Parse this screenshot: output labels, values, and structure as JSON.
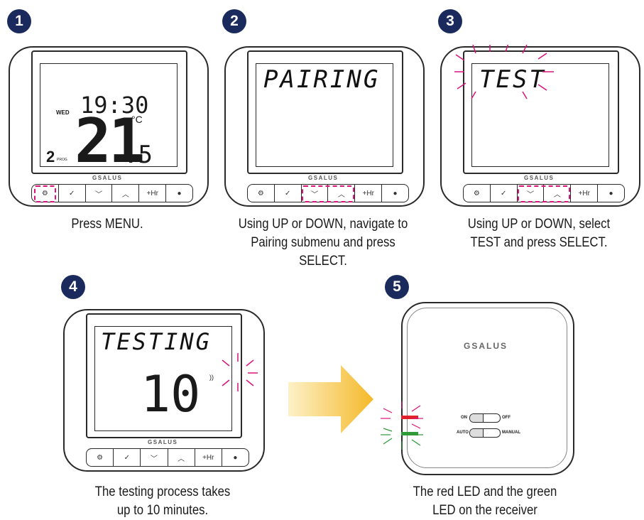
{
  "steps": [
    {
      "number": "1",
      "caption_line1": "Press MENU.",
      "caption_line2": ""
    },
    {
      "number": "2",
      "caption_line1": "Using UP or DOWN, navigate to",
      "caption_line2": "Pairing submenu and press SELECT."
    },
    {
      "number": "3",
      "caption_line1": "Using UP or DOWN, select",
      "caption_line2": "TEST and press SELECT."
    },
    {
      "number": "4",
      "caption_line1": "The testing process takes",
      "caption_line2": "up to 10 minutes."
    },
    {
      "number": "5",
      "caption_line1": "The red LED and the green",
      "caption_line2": "LED on the receiver"
    }
  ],
  "thermostat": {
    "day": "WED",
    "time": "19:30",
    "temp_main": "21",
    "temp_decimal": ".5",
    "unit": "°C",
    "prog_number": "2",
    "prog_label": "PROG",
    "brand": "SALUS",
    "hr_button": "+Hr"
  },
  "screens": {
    "pairing": "PAIRING",
    "test": "TEST",
    "testing": "TESTING",
    "countdown": "10"
  },
  "receiver": {
    "brand": "SALUS",
    "switch1_left": "ON",
    "switch1_right": "OFF",
    "switch2_left": "AUTO",
    "switch2_right": "MANUAL"
  },
  "colors": {
    "badge": "#1b2a5c",
    "highlight": "#d8137a",
    "led_red": "#e0202a",
    "led_green": "#2e9a3a",
    "arrow": "#f5c23a"
  }
}
